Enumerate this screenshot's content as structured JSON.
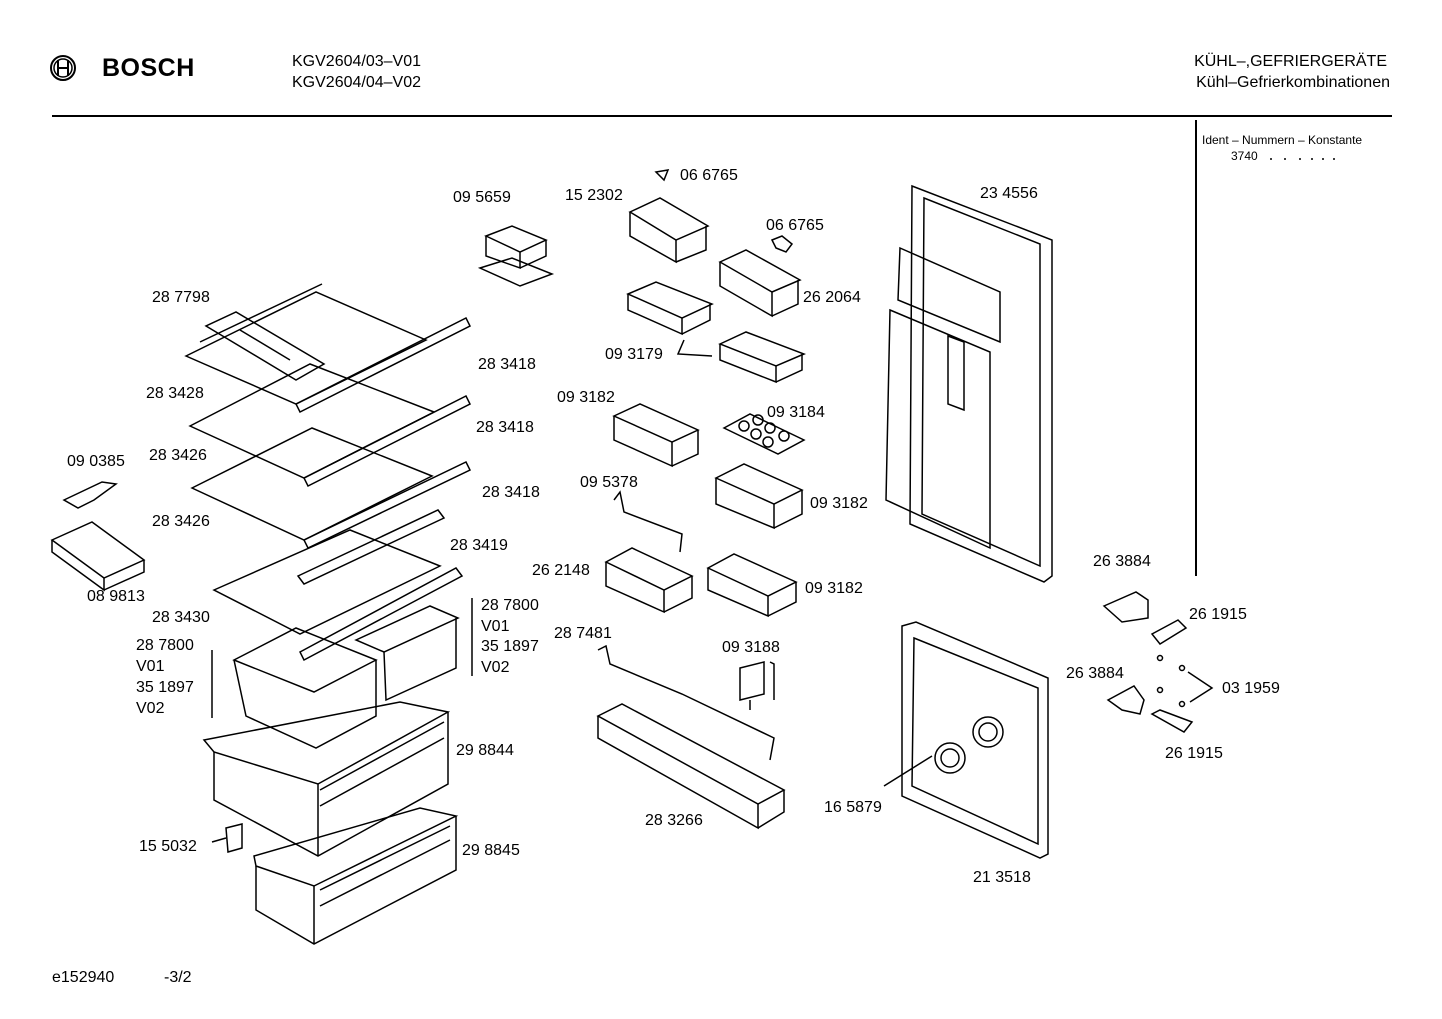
{
  "header": {
    "brand": "BOSCH",
    "models": [
      "KGV2604/03–V01",
      "KGV2604/04–V02"
    ],
    "category": [
      "KÜHL–,GEFRIERGERÄTE",
      "Kühl–Gefrierkombinationen"
    ],
    "ident_title": "Ident – Nummern – Konstante",
    "ident_value": "3740"
  },
  "parts": [
    "09 5659",
    "15 2302",
    "06 6765",
    "06 6765",
    "23 4556",
    "28 7798",
    "26 2064",
    "28 3418",
    "09 3179",
    "28 3428",
    "09 3182",
    "09 3184",
    "28 3418",
    "09 0385",
    "28 3426",
    "28 3418",
    "09 5378",
    "09 3182",
    "28 3426",
    "28 3419",
    "26 2148",
    "26 3884",
    "08 9813",
    "09 3182",
    "28 3430",
    "28 7800",
    "26 1915",
    "V01",
    "28 7481",
    "28 7800",
    "35 1897",
    "09 3188",
    "V01",
    "V02",
    "26 3884",
    "03 1959",
    "35 1897",
    "V02",
    "29 8844",
    "26 1915",
    "16 5879",
    "28 3266",
    "15 5032",
    "29 8845",
    "21 3518"
  ],
  "footer": {
    "code": "e152940",
    "page": "-3/2"
  }
}
